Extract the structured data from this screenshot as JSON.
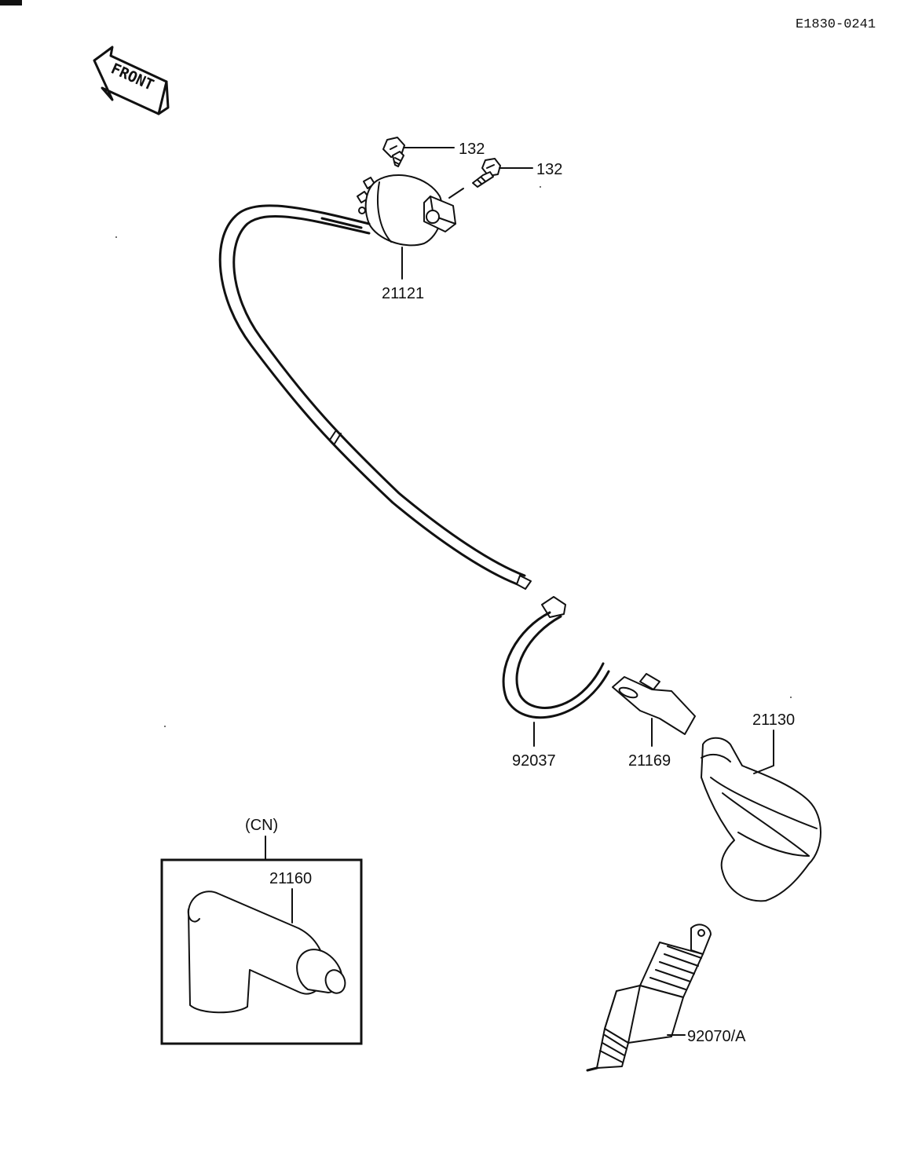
{
  "header": {
    "code": "E1830-0241"
  },
  "front_badge": {
    "label": "FRONT"
  },
  "parts": {
    "bolt_a": "132",
    "bolt_b": "132",
    "ignition_coil": "21121",
    "band": "92037",
    "clamp": "21169",
    "plug_cap": "21130",
    "spark_plug": "92070/A"
  },
  "inset": {
    "region": "(CN)",
    "plug_cap_cn": "21160"
  }
}
